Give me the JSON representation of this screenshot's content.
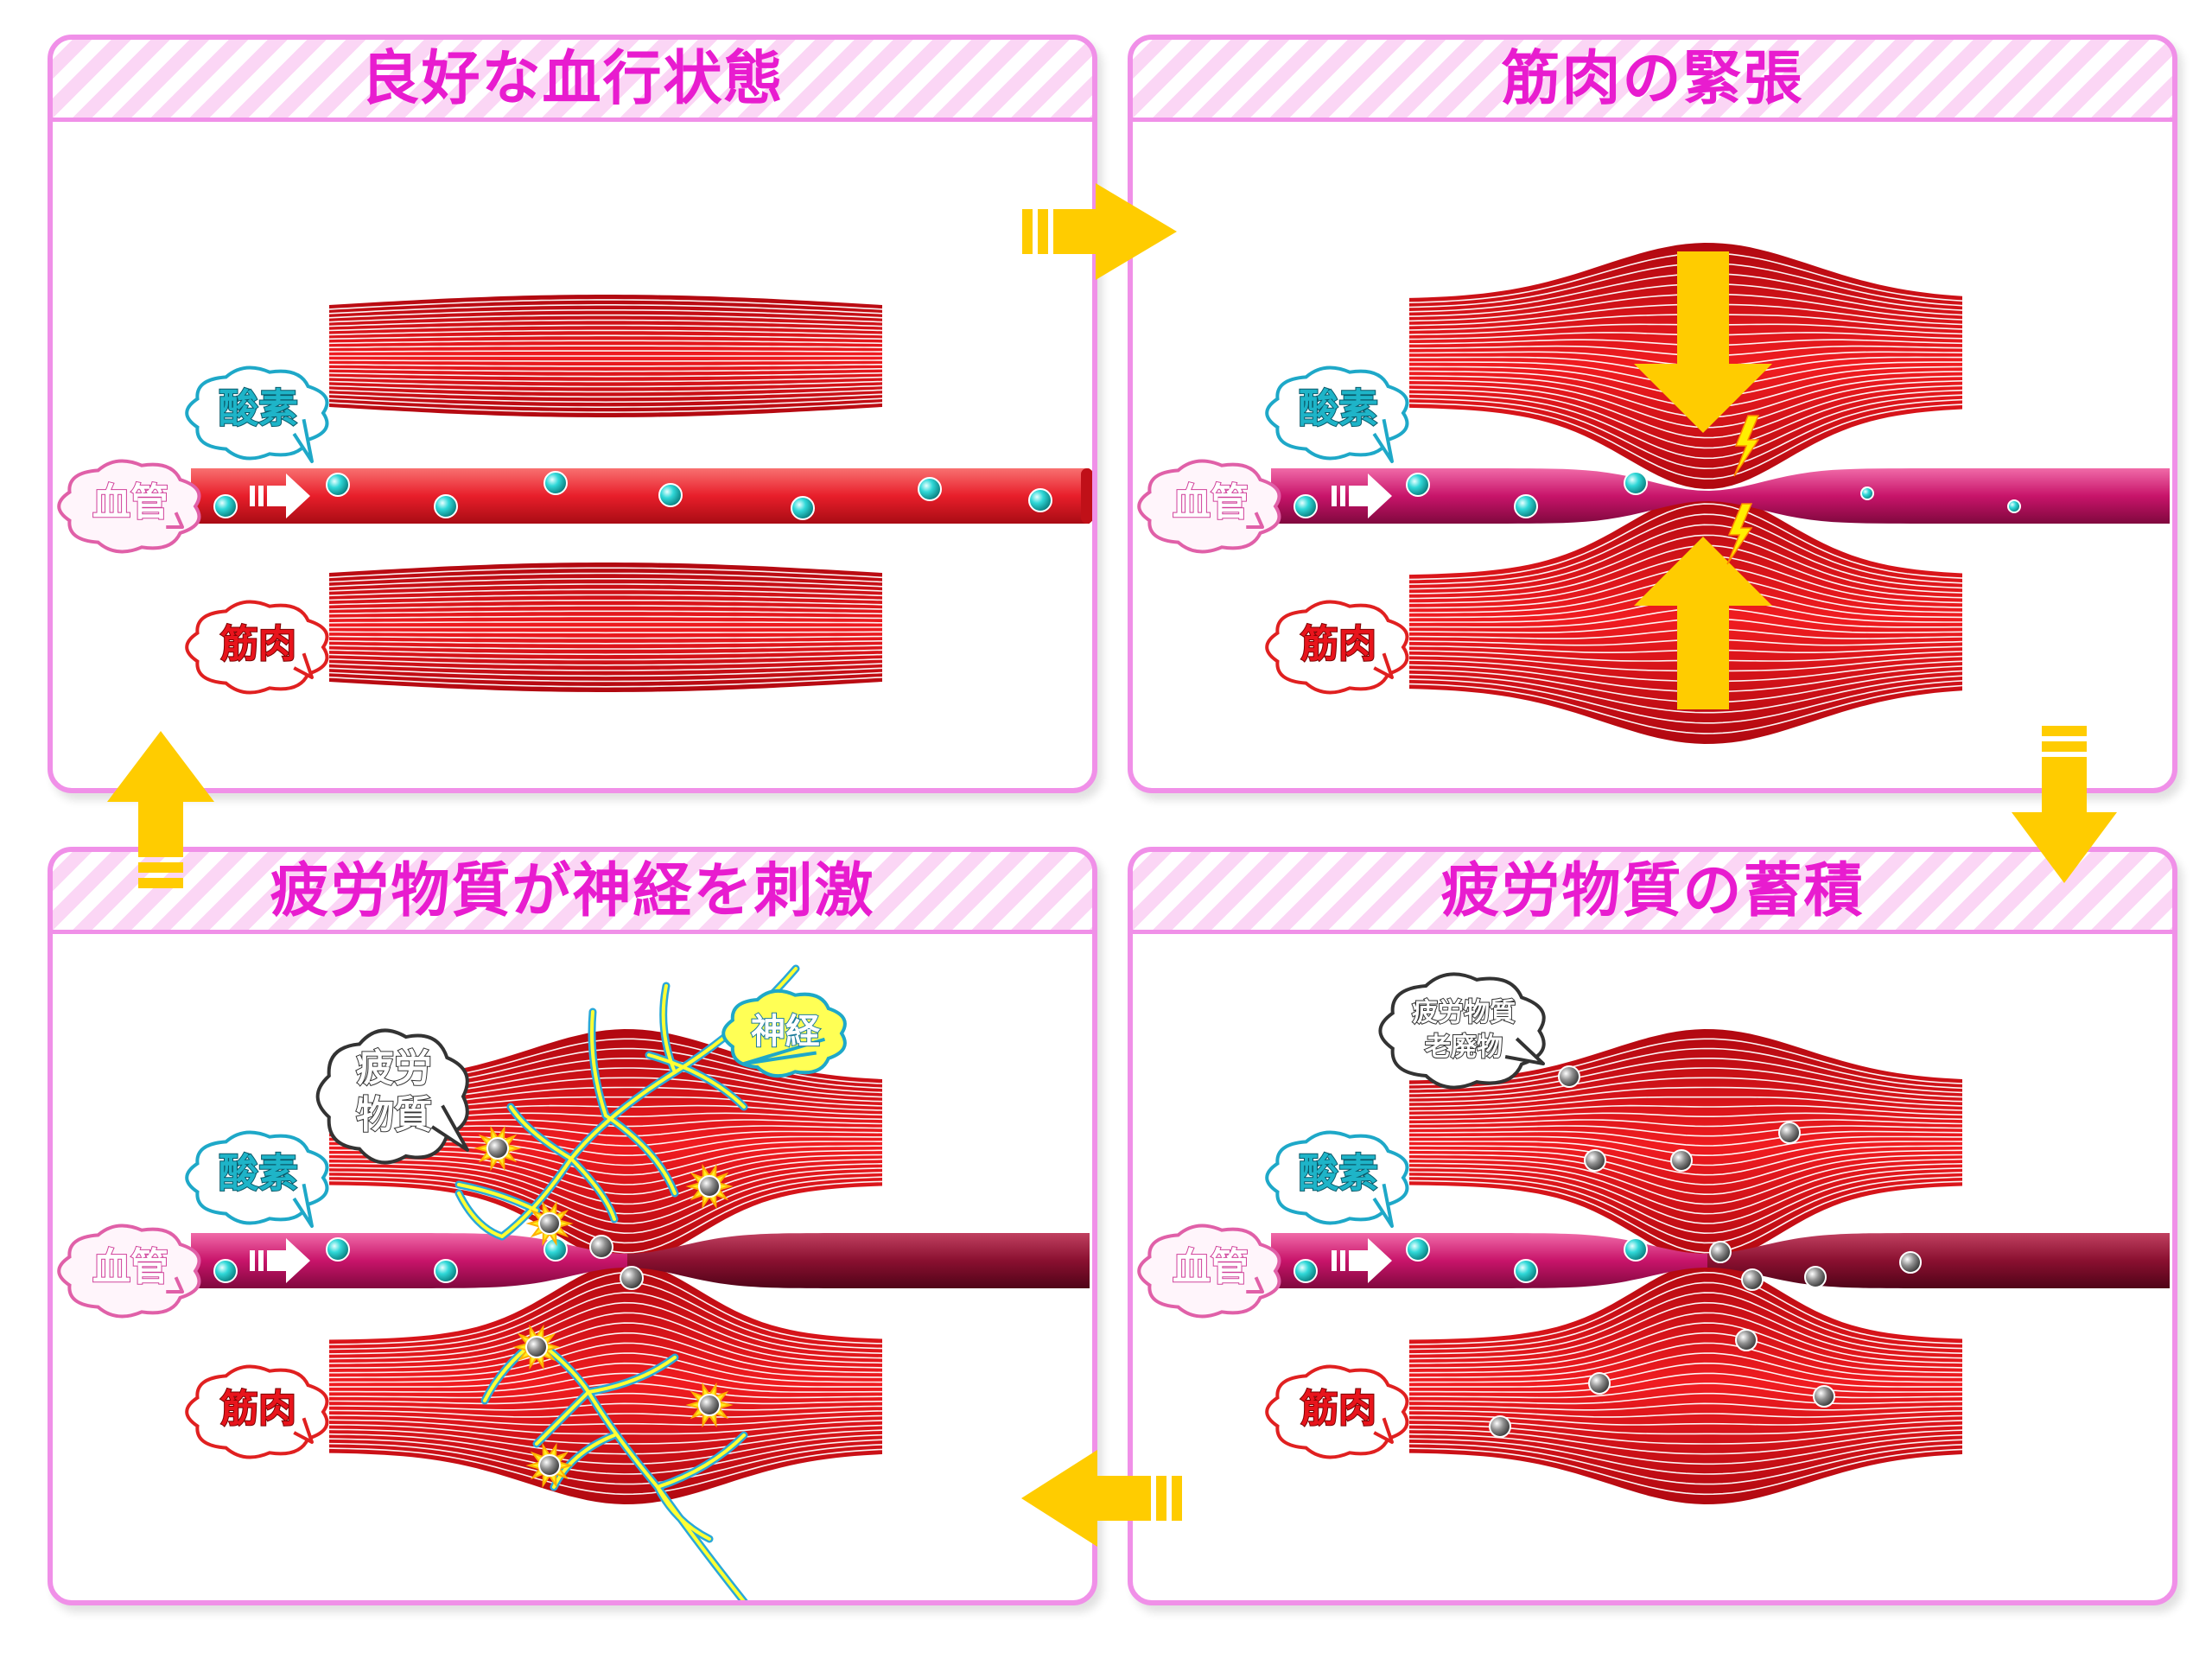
{
  "panels": [
    {
      "title": "良好な血行状態"
    },
    {
      "title": "筋肉の緊張"
    },
    {
      "title": "疲労物質が神経を刺激"
    },
    {
      "title": "疲労物質の蓄積"
    }
  ],
  "labels": {
    "oxygen": "酸素",
    "vessel": "血管",
    "muscle": "筋肉",
    "nerve": "神経",
    "fatigue_line1": "疲労",
    "fatigue_line2": "物質",
    "waste_line1": "疲労物質",
    "waste_line2": "老廃物"
  },
  "colors": {
    "title": "#e81ccf",
    "border": "#f090e8",
    "muscle": "#e8141c",
    "vessel_healthy": "#e81e2a",
    "vessel_restricted": "#c01a62",
    "oxygen": "#1ec8c8",
    "arrow": "#ffcc00",
    "nerve": "#ffff33"
  }
}
